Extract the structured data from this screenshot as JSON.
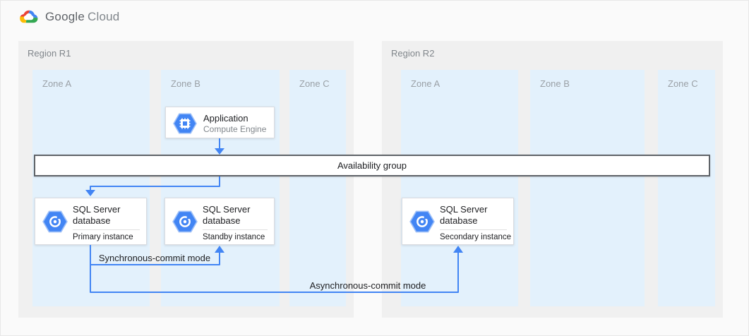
{
  "header": {
    "logo_brand": "Google",
    "logo_product": "Cloud"
  },
  "regions": [
    {
      "label": "Region R1",
      "zones": [
        {
          "label": "Zone A"
        },
        {
          "label": "Zone B"
        },
        {
          "label": "Zone C"
        }
      ]
    },
    {
      "label": "Region R2",
      "zones": [
        {
          "label": "Zone A"
        },
        {
          "label": "Zone B"
        },
        {
          "label": "Zone C"
        }
      ]
    }
  ],
  "nodes": {
    "application": {
      "title": "Application",
      "subtitle": "Compute Engine",
      "icon": "compute-engine-hexagon-icon"
    },
    "availability_group": {
      "label": "Availability group"
    },
    "sql_primary": {
      "title": "SQL Server database",
      "subtitle": "Primary instance",
      "icon": "cloud-sql-hexagon-icon"
    },
    "sql_standby": {
      "title": "SQL Server database",
      "subtitle": "Standby instance",
      "icon": "cloud-sql-hexagon-icon"
    },
    "sql_secondary": {
      "title": "SQL Server database",
      "subtitle": "Secondary instance",
      "icon": "cloud-sql-hexagon-icon"
    }
  },
  "connections": {
    "sync_label": "Synchronous-commit mode",
    "async_label": "Asynchronous-commit mode"
  },
  "colors": {
    "arrow_blue": "#4285f4",
    "hexagon_blue": "#4285f4",
    "zone_fill": "#e3f1fc",
    "region_fill": "#f0f0f0",
    "logo_red": "#ea4335",
    "logo_yellow": "#fbbc05",
    "logo_green": "#34a853"
  }
}
